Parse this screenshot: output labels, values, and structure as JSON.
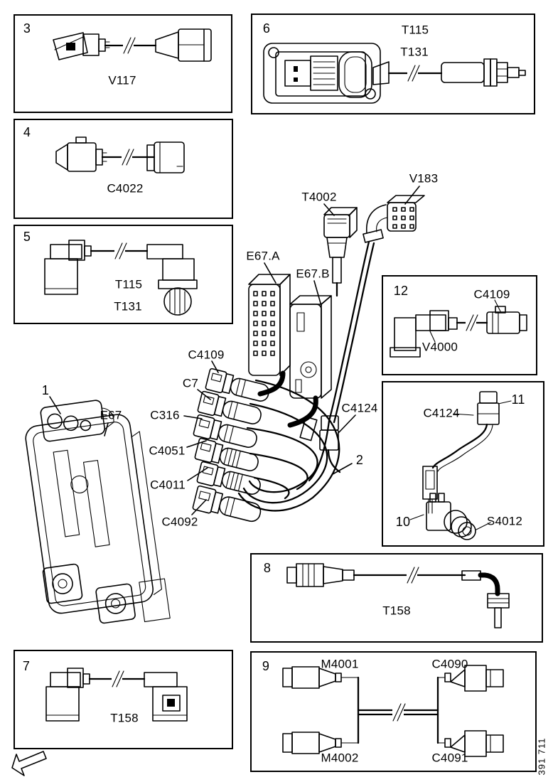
{
  "meta": {
    "doc_number": "391 711"
  },
  "central": {
    "item_1": "1",
    "item_2": "2",
    "ecu_label": "E67",
    "conn_a": "E67.A",
    "conn_b": "E67.B",
    "t4002": "T4002",
    "v183": "V183",
    "stack": {
      "c4109": "C4109",
      "c7": "C7",
      "c316": "C316",
      "c4051": "C4051",
      "c4011": "C4011",
      "c4092": "C4092"
    },
    "c4124": "C4124"
  },
  "boxes": {
    "b3": {
      "num": "3",
      "label": "V117"
    },
    "b4": {
      "num": "4",
      "label": "C4022"
    },
    "b5": {
      "num": "5",
      "label1": "T115",
      "label2": "T131"
    },
    "b6": {
      "num": "6",
      "label1": "T115",
      "label2": "T131"
    },
    "b12": {
      "num": "12",
      "top_label": "C4109",
      "bottom_label": "V4000"
    },
    "b1011": {
      "num_top": "11",
      "num_bottom": "10",
      "top_label": "C4124",
      "bottom_label": "S4012"
    },
    "b8": {
      "num": "8",
      "label": "T158"
    },
    "b7": {
      "num": "7",
      "label": "T158"
    },
    "b9": {
      "num": "9",
      "tl": "M4001",
      "bl": "M4002",
      "tr": "C4090",
      "br": "C4091"
    }
  }
}
